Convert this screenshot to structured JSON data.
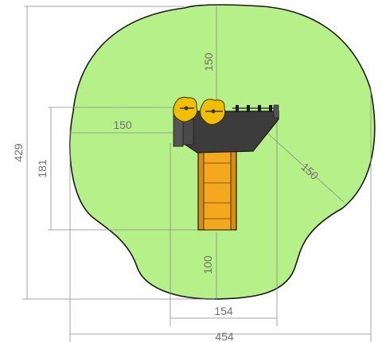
{
  "diagram": {
    "colors": {
      "safety_zone": "#b6f088",
      "outline": "#1a1a1a",
      "slide_chute": "#f4a81d",
      "slide_rail": "#d88c10",
      "platform": "#3c3c3c",
      "spring_figure": "#f0c000",
      "dimension_line": "#8a8a8a",
      "dimension_text": "#707070"
    },
    "dimensions": {
      "total_height": "429",
      "zone_top": "150",
      "zone_left": "150",
      "zone_right_diag": "150",
      "slide_length": "181",
      "zone_bottom": "100",
      "equipment_width": "154",
      "total_width": "454"
    }
  }
}
